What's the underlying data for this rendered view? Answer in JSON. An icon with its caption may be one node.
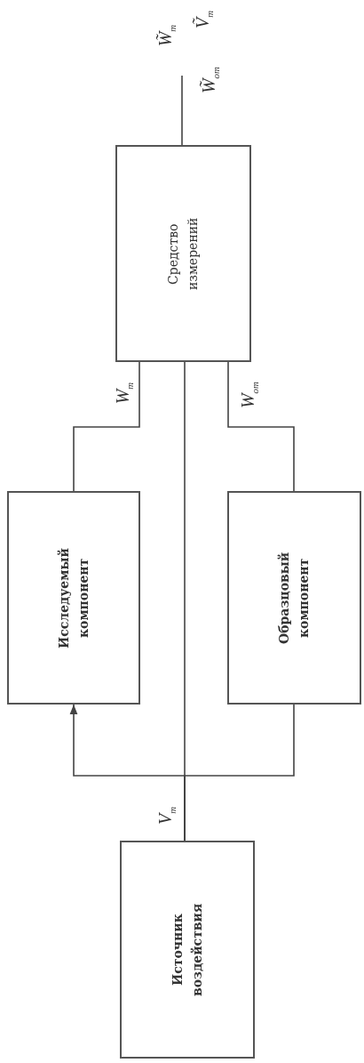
{
  "diagram": {
    "nodes": [
      {
        "text": [
          "Средство измерений"
        ]
      },
      {
        "text": [
          "Исследуемый компонент"
        ]
      },
      {
        "text": [
          "Образцовый компонент"
        ]
      },
      {
        "text": [
          "Источник воздействия"
        ]
      }
    ],
    "edges": [
      {
        "from": 3,
        "to": 0,
        "arrow": "none"
      },
      {
        "from": 3,
        "to": 1,
        "arrow": "to"
      },
      {
        "from": 3,
        "to": 2,
        "arrow": "none"
      },
      {
        "from": 1,
        "to": 0,
        "arrow": "none",
        "label": "W$_{m}$"
      },
      {
        "from": 2,
        "to": 0,
        "arrow": "none",
        "label": "W$_{om}$"
      },
      {
        "from": 0,
        "to": null,
        "arrow": "none"
      }
    ],
    "labels": [
      "W̃$_{m}$",
      "Ṽ$_{m}$",
      "W̃$_{om}$",
      "V$_{m}$"
    ]
  }
}
